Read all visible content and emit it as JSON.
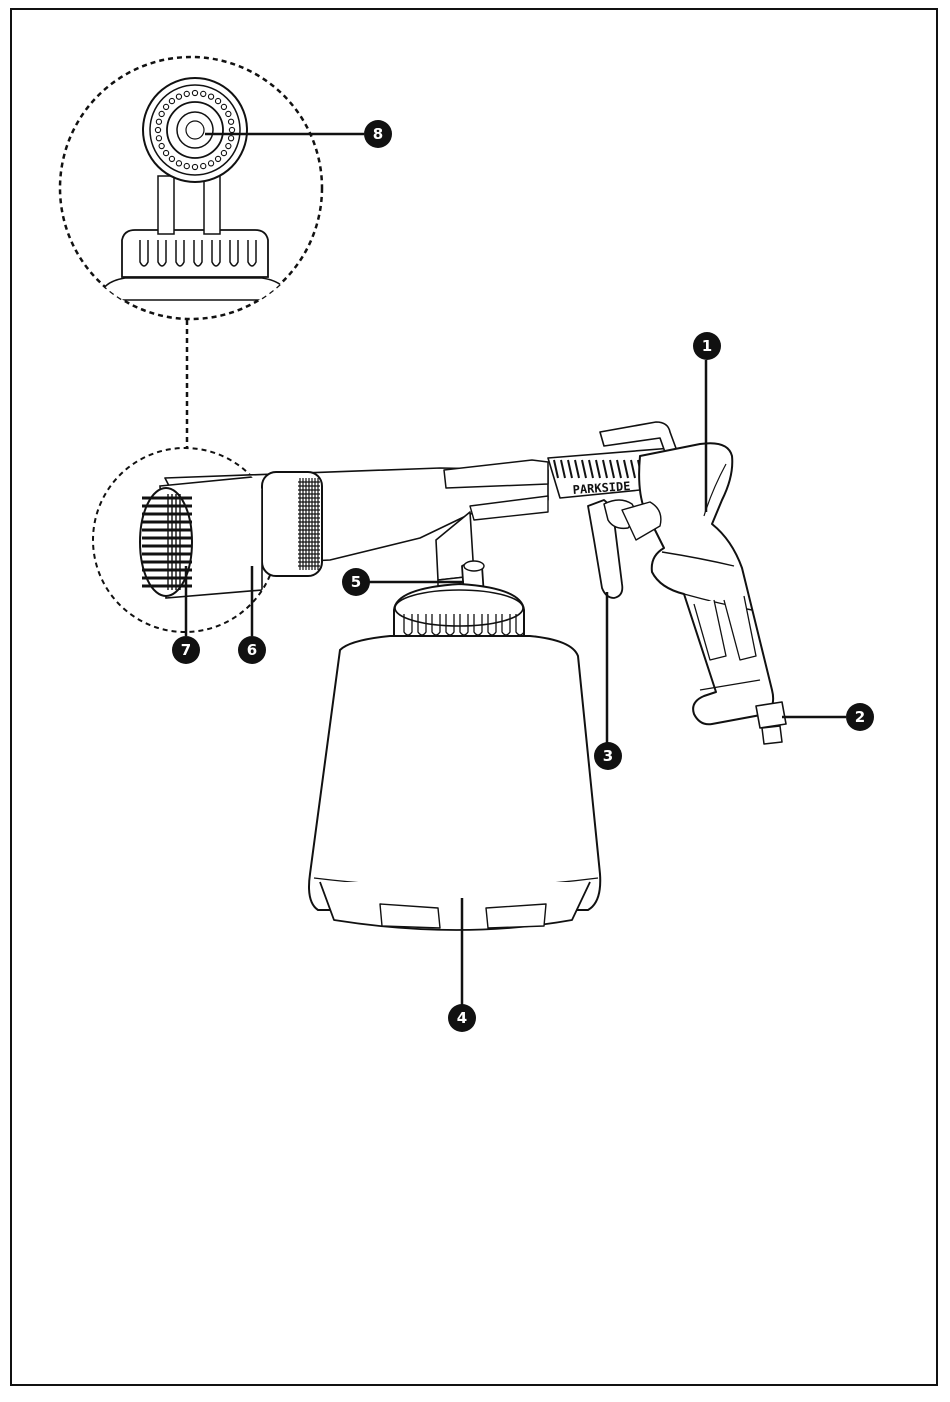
{
  "figure": {
    "brand_text": "PARKSIDE",
    "callouts": [
      {
        "id": "callout-1",
        "label": "1",
        "part": "handle"
      },
      {
        "id": "callout-2",
        "label": "2",
        "part": "air-connector"
      },
      {
        "id": "callout-3",
        "label": "3",
        "part": "trigger"
      },
      {
        "id": "callout-4",
        "label": "4",
        "part": "container"
      },
      {
        "id": "callout-5",
        "label": "5",
        "part": "regulator-knob"
      },
      {
        "id": "callout-6",
        "label": "6",
        "part": "nozzle-tube"
      },
      {
        "id": "callout-7",
        "label": "7",
        "part": "nozzle-grille"
      },
      {
        "id": "callout-8",
        "label": "8",
        "part": "suction-nozzle"
      }
    ]
  },
  "colors": {
    "line": "#111111",
    "fill": "#ffffff",
    "accent": "#777777"
  }
}
